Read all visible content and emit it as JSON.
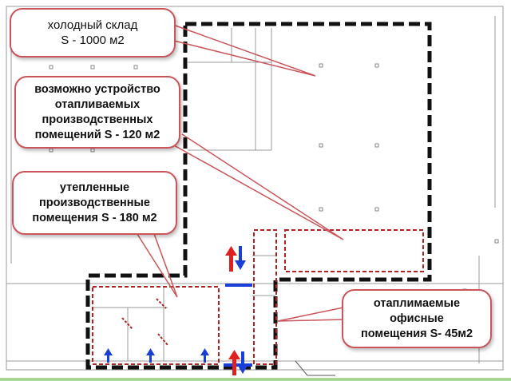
{
  "callouts": {
    "cold_warehouse": {
      "line1": "холодный склад",
      "line2": "S - 1000 м2"
    },
    "possible_heated": {
      "line1": "возможно устройство",
      "line2": "отапливаемых",
      "line3": "производственных",
      "line4": "помещений S - 120 м2"
    },
    "insulated_production": {
      "line1": "утепленные",
      "line2": "производственные",
      "line3": "помещения S - 180 м2"
    },
    "heated_offices": {
      "line1": "отаплимаемые",
      "line2": "офисные",
      "line3": "помещения S- 45м2"
    }
  },
  "colors": {
    "outline": "#111111",
    "zone": "#b22222",
    "door": "#1a3fd6",
    "arrow_in": "#e02020",
    "arrow_out": "#1a3fd6",
    "callout_border": "#c9555a"
  }
}
